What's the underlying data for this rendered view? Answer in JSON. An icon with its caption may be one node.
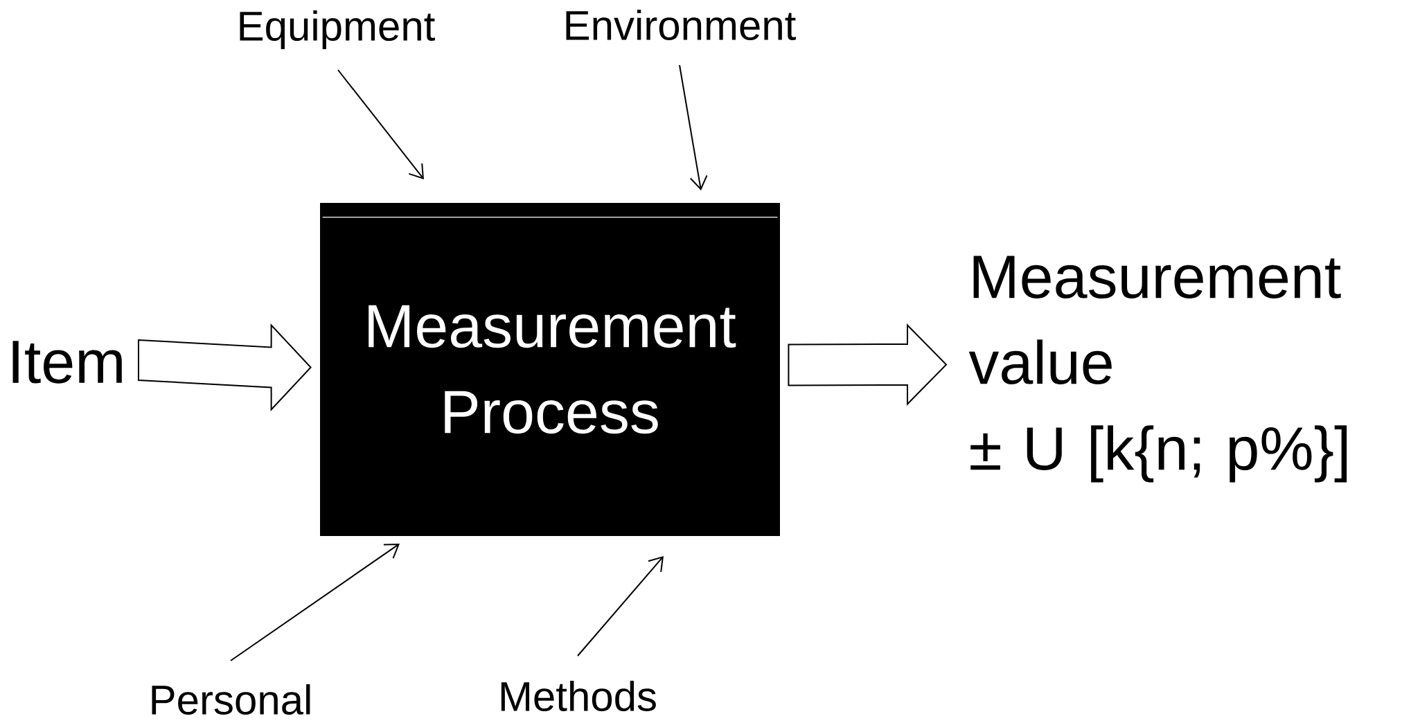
{
  "diagram": {
    "nodes": [
      {
        "text": [
          "Equipment"
        ]
      },
      {
        "text": [
          "Environment"
        ]
      },
      {
        "text": [
          "Item"
        ]
      },
      {
        "text": [
          "Measurement Process"
        ]
      },
      {
        "text": [
          "Measurement value",
          "± U [k{n; p%}]"
        ]
      },
      {
        "text": [
          "Personal"
        ]
      },
      {
        "text": [
          "Methods"
        ]
      }
    ],
    "edges": [
      {
        "from": 0,
        "to": 3,
        "arrow": "to"
      },
      {
        "from": 1,
        "to": 3,
        "arrow": "to"
      },
      {
        "from": 2,
        "to": 3,
        "arrow": "to",
        "style": "thick"
      },
      {
        "from": 3,
        "to": 4,
        "arrow": "to",
        "style": "thick"
      },
      {
        "from": 5,
        "to": 3,
        "arrow": "to"
      },
      {
        "from": 6,
        "to": 3,
        "arrow": "to"
      }
    ]
  }
}
